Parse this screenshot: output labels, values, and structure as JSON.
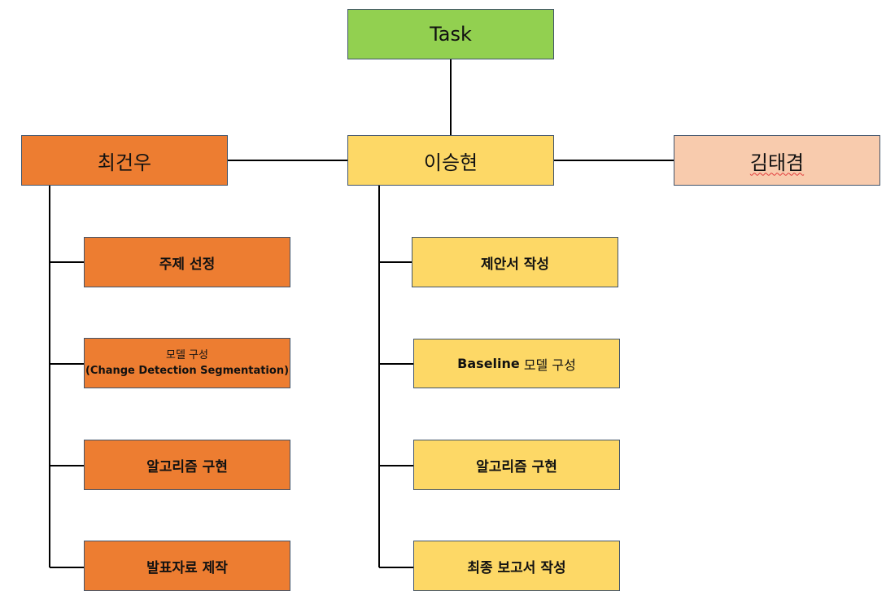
{
  "root": {
    "label": "Task",
    "color": "#92d050"
  },
  "people": {
    "left": {
      "name": "최건우",
      "color": "#ed7d31"
    },
    "center": {
      "name": "이승현",
      "color": "#fdd866"
    },
    "right": {
      "name": "김태겸",
      "color": "#f8cbad"
    }
  },
  "left_tasks": [
    {
      "label": "주제 선정"
    },
    {
      "label_line1": "모델 구성",
      "label_line2": "(Change Detection Segmentation)"
    },
    {
      "label": "알고리즘 구현"
    },
    {
      "label": "발표자료 제작"
    }
  ],
  "center_tasks": [
    {
      "label": "제안서 작성"
    },
    {
      "label_bold": "Baseline",
      "label_rest": " 모델 구성"
    },
    {
      "label": "알고리즘 구현"
    },
    {
      "label": "최종 보고서 작성"
    }
  ]
}
